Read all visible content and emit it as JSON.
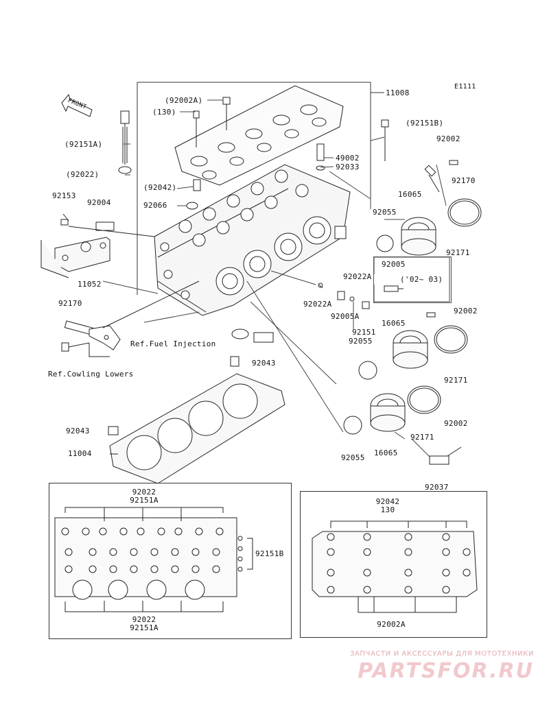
{
  "diagram_code": "E1111",
  "front_arrow": "FRONT",
  "refs": {
    "fuel_injection": "Ref.Fuel Injection",
    "cowling_lowers": "Ref.Cowling Lowers"
  },
  "callouts": {
    "p11008": "11008",
    "p92002A_paren": "(92002A)",
    "p130_paren": "(130)",
    "p92151B_paren": "(92151B)",
    "p92002_top": "92002",
    "p92151A_paren": "(92151A)",
    "p49002": "49002",
    "p92033": "92033",
    "p92022_paren": "(92022)",
    "p92170_right": "92170",
    "p92153": "92153",
    "p92004": "92004",
    "p92042_paren": "(92042)",
    "p16065_a": "16065",
    "p92066": "92066",
    "p92055_a": "92055",
    "p92171_a": "92171",
    "p11052": "11052",
    "p92005": "92005",
    "p02_03": "('02~ 03)",
    "p92022A_a": "92022A",
    "p92022A_b": "92022A",
    "p92005A": "92005A",
    "p92170_left": "92170",
    "p92002_mid": "92002",
    "p16065_b": "16065",
    "p92151": "92151",
    "p92055_b": "92055",
    "p92043_a": "92043",
    "p92171_b": "92171",
    "p92043_b": "92043",
    "p92002_low": "92002",
    "p92171_c": "92171",
    "p11004": "11004",
    "p92055_c": "92055",
    "p16065_c": "16065",
    "p92037": "92037"
  },
  "inset_left": {
    "top_line1": "92022",
    "top_line2": "92151A",
    "side": "92151B",
    "bottom_line1": "92022",
    "bottom_line2": "92151A"
  },
  "inset_right": {
    "top_line1": "92042",
    "top_line2": "130",
    "bottom": "92002A"
  },
  "watermark": {
    "line1": "ЗАПЧАСТИ И АКСЕССУАРЫ ДЛЯ МОТОТЕХНИКИ",
    "line2": "PARTSFOR.RU"
  }
}
